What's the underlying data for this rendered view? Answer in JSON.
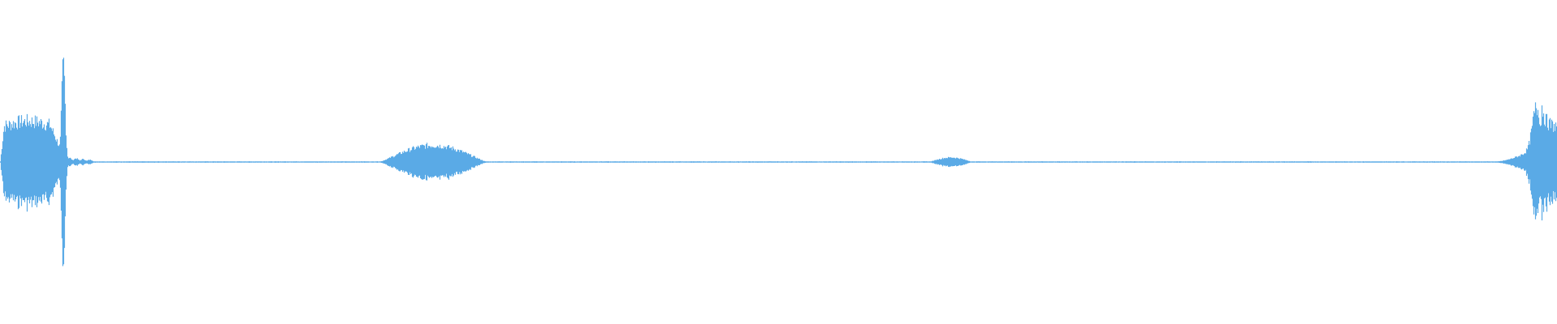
{
  "waveform": {
    "color": "#5aaae6",
    "background": "#ffffff",
    "duration": 1.0,
    "segments": [
      {
        "name": "onset-burst",
        "start": 0.0,
        "end": 0.04,
        "peak": 0.27,
        "shape": "plateau"
      },
      {
        "name": "transient-spike",
        "start": 0.036,
        "end": 0.045,
        "peak": 0.64,
        "shape": "spike"
      },
      {
        "name": "decay-tail",
        "start": 0.042,
        "end": 0.06,
        "peak": 0.03,
        "shape": "ripple"
      },
      {
        "name": "mid-burst",
        "start": 0.243,
        "end": 0.313,
        "peak": 0.11,
        "shape": "swell"
      },
      {
        "name": "small-blip",
        "start": 0.596,
        "end": 0.625,
        "peak": 0.03,
        "shape": "swell"
      },
      {
        "name": "end-burst",
        "start": 0.955,
        "end": 1.0,
        "peak": 0.42,
        "shape": "rise"
      }
    ],
    "noise_floor": 0.004
  }
}
